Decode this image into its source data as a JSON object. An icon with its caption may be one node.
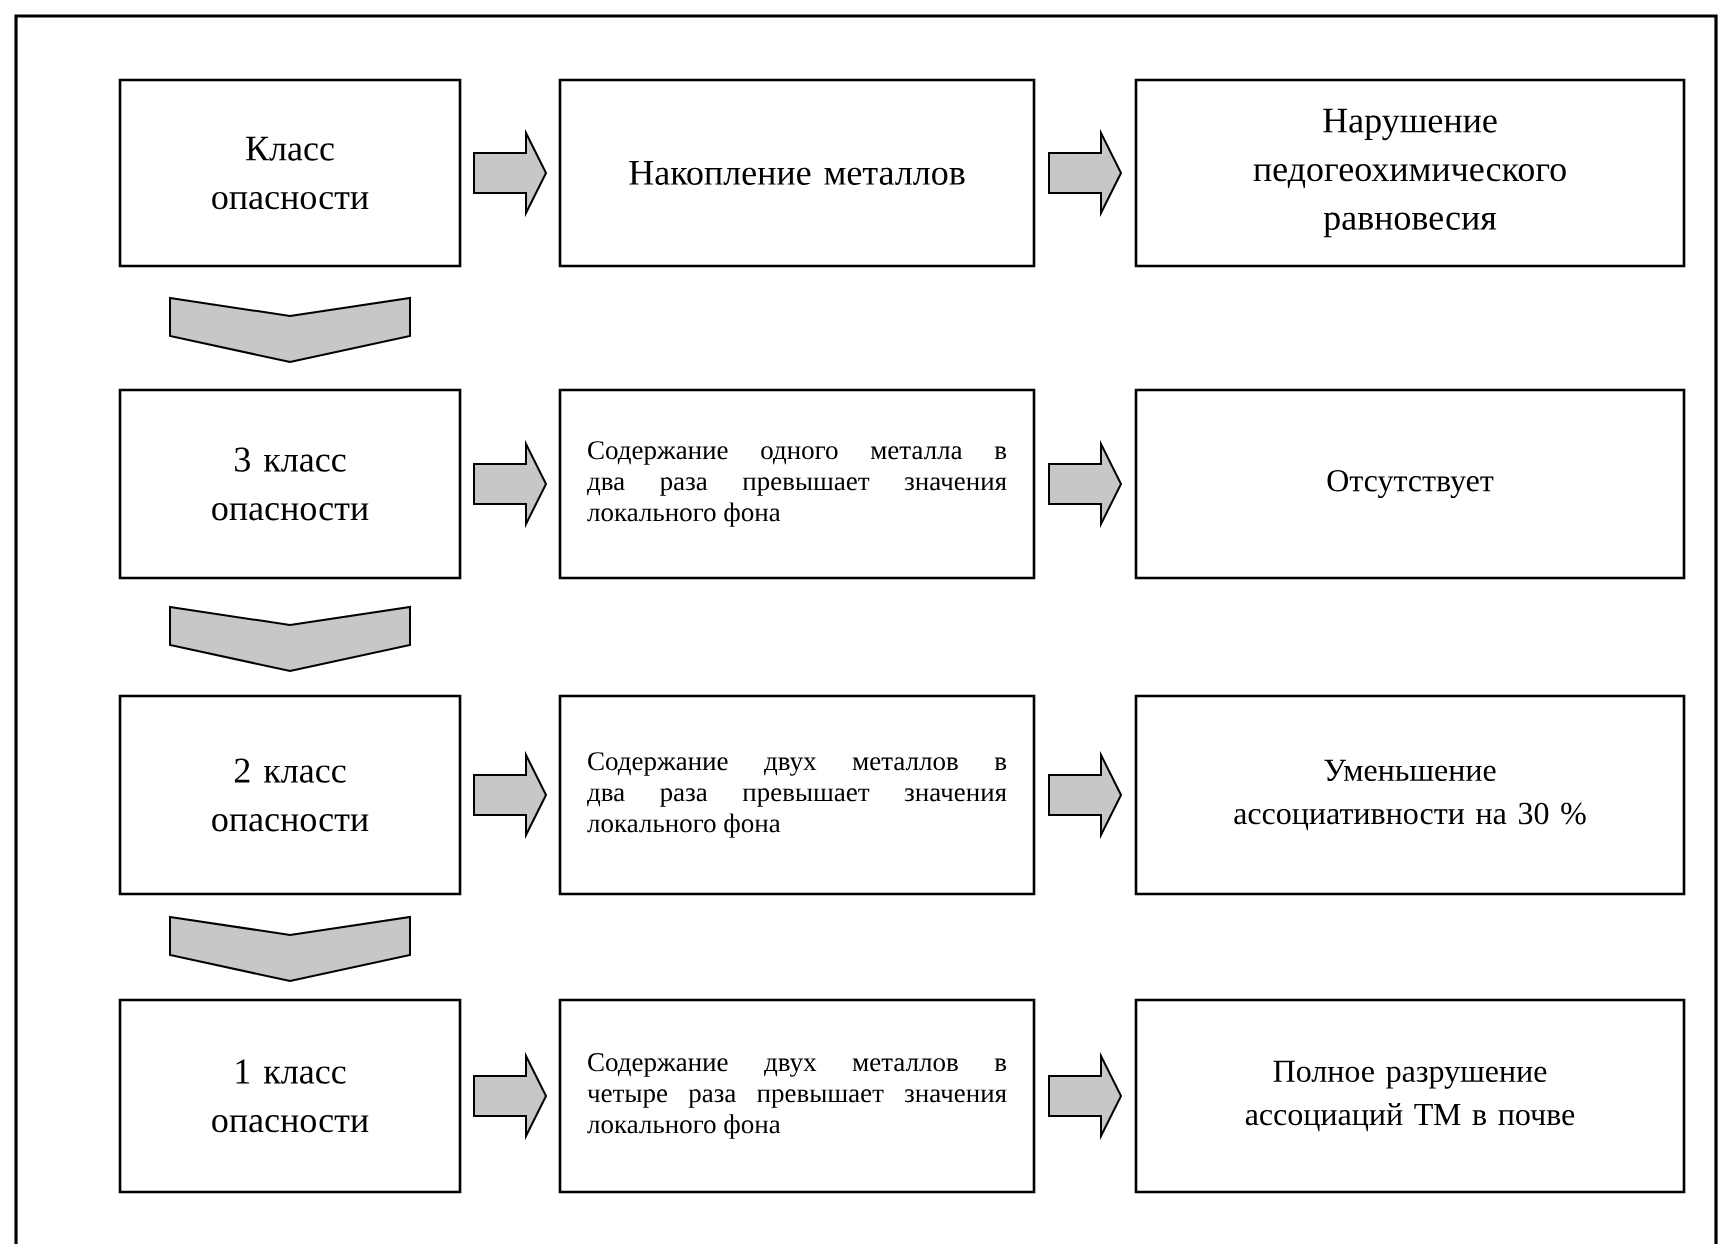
{
  "diagram": {
    "nodes": [
      {
        "text": [
          "Класс опасности"
        ]
      },
      {
        "text": [
          "Накопление металлов"
        ]
      },
      {
        "text": [
          "Нарушение педогеохимического равновесия"
        ]
      },
      {
        "text": [
          "3 класс опасности"
        ]
      },
      {
        "text": [
          "Содержание одного металла в два раза превышает значения локального фона"
        ]
      },
      {
        "text": [
          "Отсутствует"
        ]
      },
      {
        "text": [
          "2 класс опасности"
        ]
      },
      {
        "text": [
          "Содержание двух металлов в два раза превышает значения локального фона"
        ]
      },
      {
        "text": [
          "Уменьшение ассоциативности на 30 %"
        ]
      },
      {
        "text": [
          "1 класс опасности"
        ]
      },
      {
        "text": [
          "Содержание двух металлов в четыре раза превышает значения локального фона"
        ]
      },
      {
        "text": [
          "Полное разрушение ассоциаций ТМ в почве"
        ]
      }
    ],
    "edges": [
      {
        "from": 0,
        "to": 1,
        "arrow": "to"
      },
      {
        "from": 1,
        "to": 2,
        "arrow": "to"
      },
      {
        "from": 0,
        "to": 3,
        "arrow": "to"
      },
      {
        "from": 3,
        "to": 4,
        "arrow": "to"
      },
      {
        "from": 4,
        "to": 5,
        "arrow": "to"
      },
      {
        "from": 3,
        "to": 6,
        "arrow": "to"
      },
      {
        "from": 6,
        "to": 7,
        "arrow": "to"
      },
      {
        "from": 7,
        "to": 8,
        "arrow": "to"
      },
      {
        "from": 6,
        "to": 9,
        "arrow": "to"
      },
      {
        "from": 9,
        "to": 10,
        "arrow": "to"
      },
      {
        "from": 10,
        "to": 11,
        "arrow": "to"
      }
    ]
  }
}
